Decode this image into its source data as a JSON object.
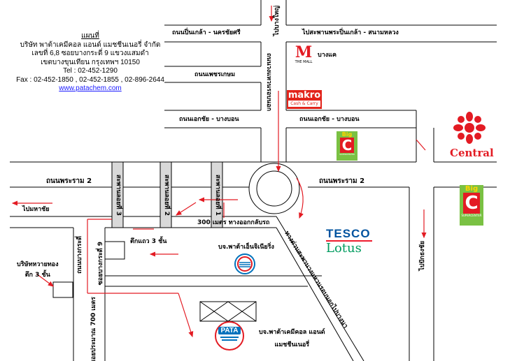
{
  "company": {
    "map_heading": "แผนที่",
    "name": "บริษัท พาต้าเคมีคอล แอนด์ แมชชีนเนอรี่ จำกัด",
    "address1": "เลขที่ 6,8 ซอยบางกระดี่ 9 แขวงแสมดำ",
    "address2": "เขตบางขุนเทียน กรุงเทพฯ 10150",
    "tel": "Tel : 02-452-1290",
    "fax": "Fax : 02-452-1850 , 02-452-1855 , 02-896-2644",
    "website": "www.patachem.com"
  },
  "roads": {
    "pinklao_nakhonchaisri": "ถนนปิ่นเกล้า - นครชัยศรี",
    "pinklao_bridge": "ไปสะพานพระปิ่นเกล้า - สนามหลวง",
    "to_bangyai": "ไปบางใหญ่",
    "phetkasem": "ถนนเพชรเกษม",
    "ekachai_left": "ถนนเอกชัย - บางบอน",
    "ekachai_right": "ถนนเอกชัย - บางบอน",
    "rama2_left": "ถนนพระราม 2",
    "rama2_right": "ถนนพระราม 2",
    "outer_ring": "ถนนวงแหวนรอบนอก",
    "to_pakthongchai": "ไปปักธงชัย",
    "to_samut_sakhon": "ไปมหาชัย",
    "bangkradi": "ถนนบางกระดี่",
    "soi9": "ซอยบางกระดี่ 9",
    "bridge1": "สะพานลอยที่ 1",
    "bridge2": "สะพานลอยที่ 2",
    "bridge3": "สะพานลอยที่ 3",
    "uturn": "300 เมตร ทางออกกลับรถ",
    "expressway": "ทางด่วนสะพานวงแหวนรอบนอกไปบางนา",
    "distance_700": "เข้าซอยประมาณ 700 เมตร"
  },
  "landmarks": {
    "the_mall_label": "บางแค",
    "the_mall_logo": "M",
    "the_mall_sub": "THE MALL",
    "makro_title": "makro",
    "makro_sub": "Cash & Carry",
    "bigc_title": "Big",
    "bigc_letter": "C",
    "bigc_sub": "SUPERCENTER",
    "central": "Central",
    "tesco": "TESCO",
    "lotus": "Lotus",
    "shophouse_3": "ตึกแถว 3 ชั้น",
    "company_3floor": "บริษัทหวายทอง\nตึก 3 ชั้น",
    "kpi_company": "บจ.พาต้าเอ็นจิเนียริ่ง",
    "pata_logo": "PATA",
    "pata_company": "บจ.พาต้าเคมีคอล แอนด์\nแมชชีนเนอรี่"
  },
  "colors": {
    "road_line": "#000000",
    "route_arrow": "#e31b23",
    "makro_red": "#e2231a",
    "bigc_green": "#7ac143",
    "bigc_red": "#e31b23",
    "central_red": "#e31b23",
    "tesco_blue": "#00539f",
    "tesco_red": "#ee1c2e",
    "lotus_green": "#009b5f",
    "pata_blue": "#0072bc",
    "link_blue": "#1a1aff"
  }
}
